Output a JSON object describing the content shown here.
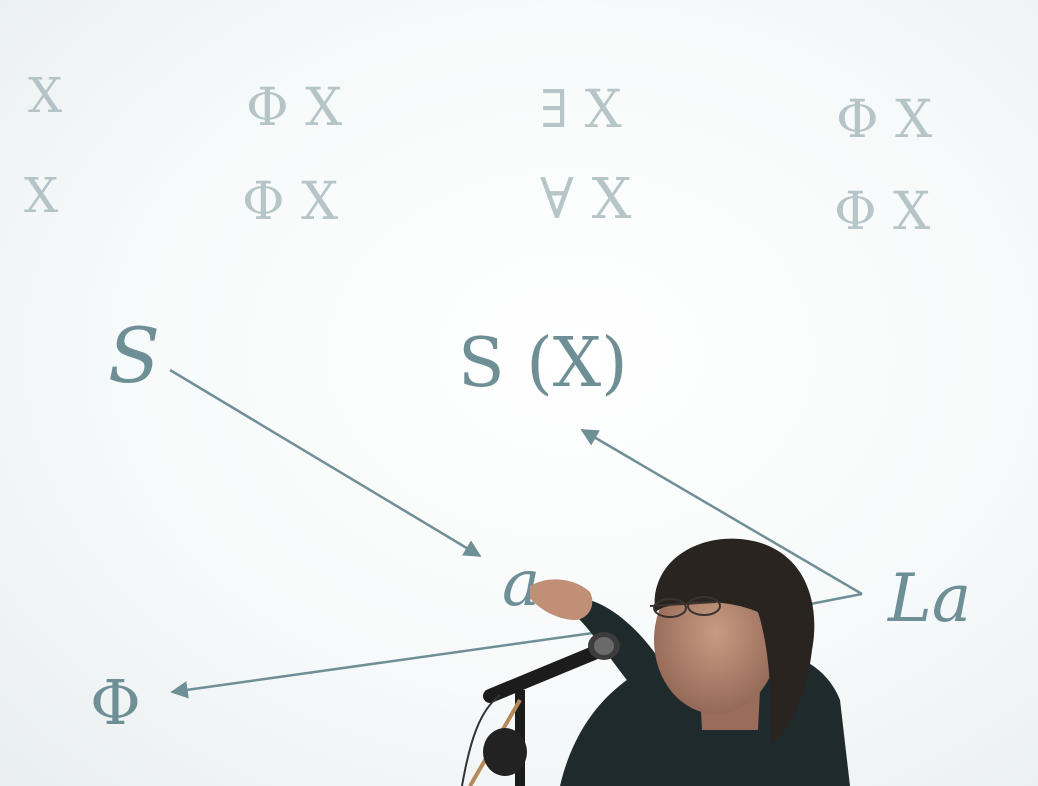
{
  "slide": {
    "row1": [
      "X",
      "Φ X",
      "∃ X",
      "Φ X"
    ],
    "row2": [
      "X",
      "Φ X",
      "∀ X",
      "Φ X"
    ],
    "nodes": {
      "s": "S",
      "s_of_x": "S (X)",
      "a": "a",
      "la": "La",
      "phi": "Φ"
    }
  },
  "colors": {
    "ink": "#6f8f96",
    "faint_ink": "#9fb3b7",
    "screen": "#f7fafa",
    "speaker_hair": "#2a2421",
    "speaker_jacket": "#1f2a2c",
    "skin": "#b88a72"
  },
  "scene": {
    "subject": "speaker-at-microphone",
    "elements": [
      "projected-slide",
      "speaker",
      "microphone",
      "mic-stand",
      "arrow"
    ]
  }
}
